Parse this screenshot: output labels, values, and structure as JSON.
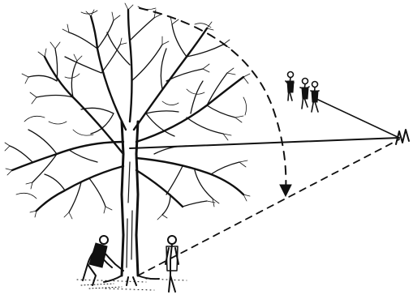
{
  "illustration": {
    "subjects": [
      "tree",
      "crouching-person",
      "standing-person",
      "group-of-people",
      "sighting-line",
      "swing-arc"
    ],
    "colors": {
      "ink": "#111111",
      "background": "#ffffff"
    }
  }
}
